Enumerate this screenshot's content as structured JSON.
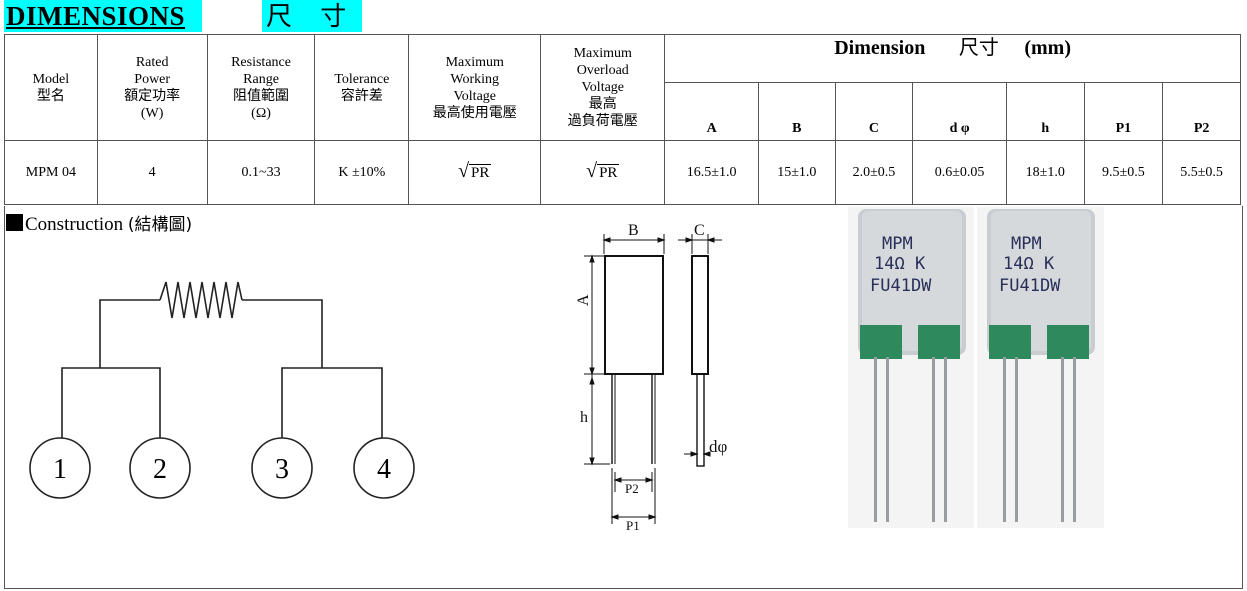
{
  "title": {
    "en": "DIMENSIONS",
    "cn": "尺 寸"
  },
  "table": {
    "headers": {
      "model": [
        "Model",
        "型名"
      ],
      "power": [
        "Rated",
        "Power",
        "額定功率",
        "(W)"
      ],
      "range": [
        "Resistance",
        "Range",
        "阻值範圍",
        "(Ω)"
      ],
      "tolerance": [
        "Tolerance",
        "容許差"
      ],
      "max_working": [
        "Maximum",
        "Working",
        "Voltage",
        "最高使用電壓"
      ],
      "max_overload": [
        "Maximum",
        "Overload",
        "Voltage",
        "最高",
        "過負荷電壓"
      ],
      "dimension": {
        "en": "Dimension",
        "cn": "尺寸",
        "unit": "(mm)"
      },
      "dims": [
        "A",
        "B",
        "C",
        "d φ",
        "h",
        "P1",
        "P2"
      ]
    },
    "row": {
      "model": "MPM 04",
      "power": "4",
      "range": "0.1~33",
      "tolerance": "K ±10%",
      "max_working": "PR",
      "max_overload": "PR",
      "dims": [
        "16.5±1.0",
        "15±1.0",
        "2.0±0.5",
        "0.6±0.05",
        "18±1.0",
        "9.5±0.5",
        "5.5±0.5"
      ]
    }
  },
  "construction": {
    "label": "Construction",
    "cn": "(結構圖)",
    "terminals": [
      "1",
      "2",
      "3",
      "4"
    ]
  },
  "drawing": {
    "labels": {
      "a": "A",
      "b": "B",
      "c": "C",
      "h": "h",
      "p1": "P1",
      "p2": "P2",
      "dphi": "dφ"
    }
  },
  "photo": {
    "marking": [
      "MPM",
      "14Ω K",
      "FU41DW"
    ]
  }
}
